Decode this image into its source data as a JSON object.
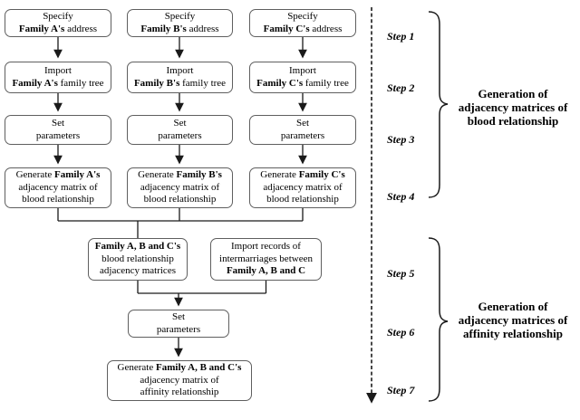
{
  "diagram": {
    "boxes": {
      "a1": {
        "l1": "Specify",
        "b": "Family A's",
        "r": " address"
      },
      "b1": {
        "l1": "Specify",
        "b": "Family B's",
        "r": " address"
      },
      "c1": {
        "l1": "Specify",
        "b": "Family C's",
        "r": " address"
      },
      "a2": {
        "l1": "Import",
        "b": "Family A's",
        "r": " family tree"
      },
      "b2": {
        "l1": "Import",
        "b": "Family B's",
        "r": " family tree"
      },
      "c2": {
        "l1": "Import",
        "b": "Family C's",
        "r": " family tree"
      },
      "a3": {
        "l1": "Set",
        "l2": "parameters"
      },
      "b3": {
        "l1": "Set",
        "l2": "parameters"
      },
      "c3": {
        "l1": "Set",
        "l2": "parameters"
      },
      "a4": {
        "pre": "Generate ",
        "b": "Family A's",
        "l2": "adjacency matrix of",
        "l3": "blood relationship"
      },
      "b4": {
        "pre": "Generate ",
        "b": "Family B's",
        "l2": "adjacency matrix of",
        "l3": "blood relationship"
      },
      "c4": {
        "pre": "Generate ",
        "b": "Family C's",
        "l2": "adjacency matrix of",
        "l3": "blood relationship"
      },
      "m1": {
        "b": "Family A, B and C's",
        "l2": "blood relationship",
        "l3": "adjacency matrices"
      },
      "m2": {
        "l1": "Import records of",
        "l2": "intermarriages between",
        "b": "Family A, B and C"
      },
      "m3": {
        "l1": "Set",
        "l2": "parameters"
      },
      "m4": {
        "pre": "Generate ",
        "b": "Family A, B and C's",
        "l2": "adjacency matrix of",
        "l3": "affinity relationship"
      }
    },
    "steps": [
      "Step 1",
      "Step 2",
      "Step 3",
      "Step 4",
      "Step 5",
      "Step 6",
      "Step 7"
    ],
    "groups": {
      "blood": {
        "l1": "Generation of",
        "l2": "adjacency matrices of",
        "l3": "blood relationship"
      },
      "affinity": {
        "l1": "Generation of",
        "l2": "adjacency matrices of",
        "l3": "affinity relationship"
      }
    },
    "colors": {
      "box_border": "#5f5f5f",
      "line": "#1a1a1a",
      "text": "#000000",
      "background": "#ffffff"
    }
  }
}
